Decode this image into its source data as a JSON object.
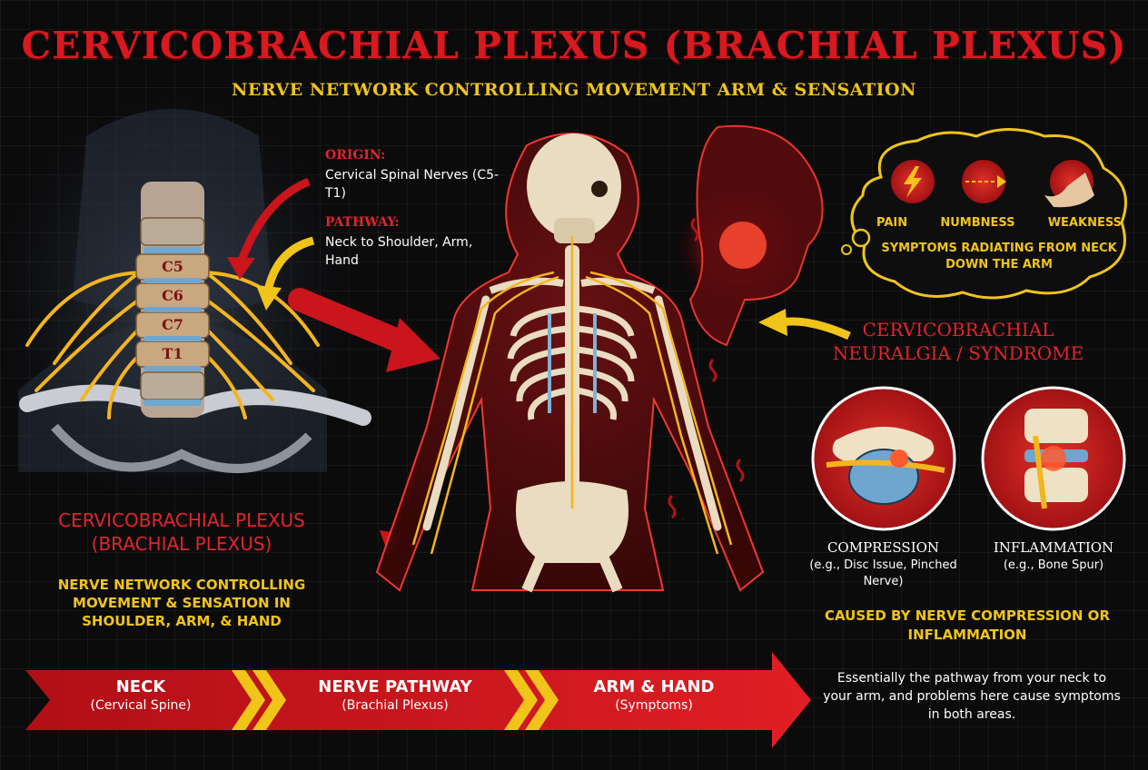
{
  "header": {
    "title": "CERVICOBRACHIAL PLEXUS (BRACHIAL PLEXUS)",
    "subtitle": "NERVE NETWORK CONTROLLING MOVEMENT ARM & SENSATION"
  },
  "origin": {
    "label": "ORIGIN:",
    "text": "Cervical Spinal Nerves (C5-T1)"
  },
  "pathway": {
    "label": "PATHWAY:",
    "text": "Neck to Shoulder, Arm, Hand"
  },
  "vertebrae": [
    "C5",
    "C6",
    "C7",
    "T1"
  ],
  "plexus": {
    "title": "CERVICOBRACHIAL PLEXUS (BRACHIAL PLEXUS)",
    "description": "NERVE NETWORK CONTROLLING MOVEMENT & SENSATION IN SHOULDER, ARM, & HAND"
  },
  "symptoms": {
    "items": [
      "PAIN",
      "NUMBNESS",
      "WEAKNESS"
    ],
    "description": "SYMPTOMS RADIATING FROM NECK DOWN THE ARM"
  },
  "syndrome": {
    "title": "CERVICOBRACHIAL NEURALGIA / SYNDROME"
  },
  "causes": {
    "compression": {
      "title": "COMPRESSION",
      "detail": "(e.g., Disc Issue, Pinched Nerve)"
    },
    "inflammation": {
      "title": "INFLAMMATION",
      "detail": "(e.g., Bone Spur)"
    },
    "summary": "CAUSED BY NERVE COMPRESSION OR INFLAMMATION"
  },
  "banner": {
    "steps": [
      {
        "title": "NECK",
        "sub": "(Cervical Spine)"
      },
      {
        "title": "NERVE PATHWAY",
        "sub": "(Brachial Plexus)"
      },
      {
        "title": "ARM & HAND",
        "sub": "(Symptoms)"
      }
    ]
  },
  "footer": {
    "summary": "Essentially the pathway from your neck to your arm, and problems here cause symptoms in both areas."
  },
  "colors": {
    "accent_red": "#d8191f",
    "accent_yellow": "#f0c419",
    "nerve": "#f3b51f",
    "bone": "#e9dcc0",
    "disc": "#7fb2d6"
  }
}
